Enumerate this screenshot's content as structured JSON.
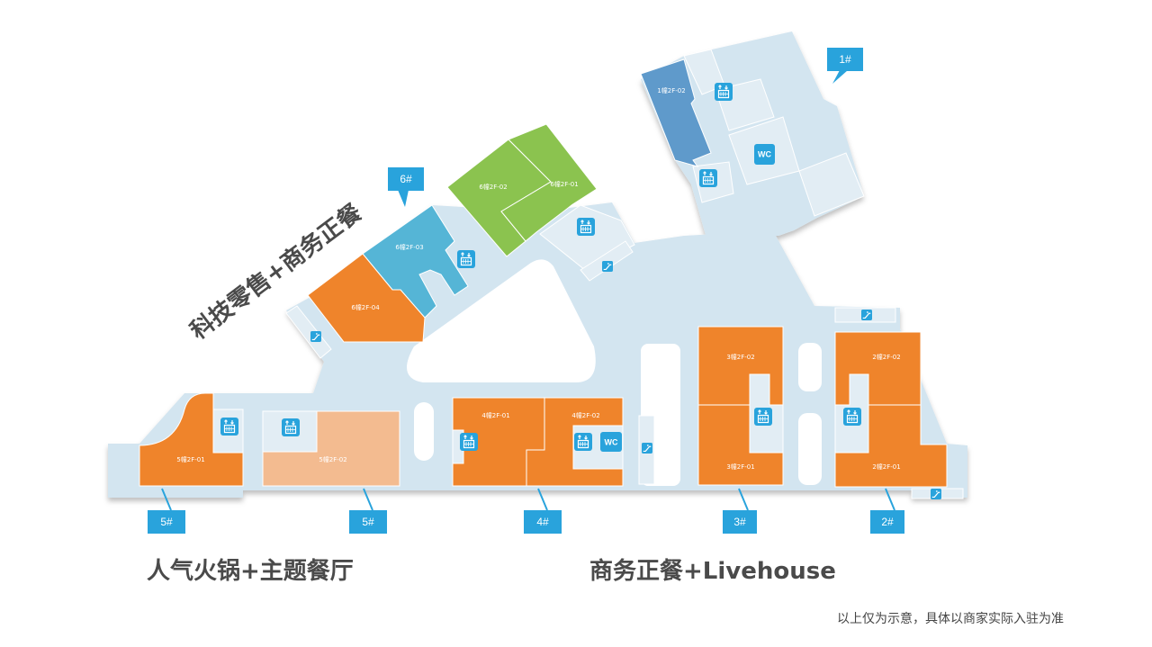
{
  "title_zones": {
    "zone_6": "科技零售+商务正餐",
    "zone_5": "人气火锅+主题餐厅",
    "zone_23": "商务正餐+Livehouse"
  },
  "footer_note": "以上仅为示意，具体以商家实际入驻为准",
  "callouts": {
    "b1": "1#",
    "b2": "2#",
    "b3": "3#",
    "b4": "4#",
    "b5a": "5#",
    "b5b": "5#",
    "b6": "6#"
  },
  "units": {
    "u1_02": "1幢2F-02",
    "u2_01": "2幢2F-01",
    "u2_02": "2幢2F-02",
    "u3_01": "3幢2F-01",
    "u3_02": "3幢2F-02",
    "u4_01": "4幢2F-01",
    "u4_02": "4幢2F-02",
    "u5_01": "5幢2F-01",
    "u5_02": "5幢2F-02",
    "u6_01": "6幢2F-01",
    "u6_02": "6幢2F-02",
    "u6_03": "6幢2F-03",
    "u6_04": "6幢2F-04"
  },
  "facilities": {
    "wc": "WC"
  },
  "colors": {
    "corridor": "#d3e5f0",
    "service": "#e2edf4",
    "orange": "#ef842b",
    "peach": "#f3bb90",
    "green": "#8bc34f",
    "teal": "#55b5d6",
    "steel_blue": "#5f9acb",
    "callout": "#29a3dc"
  }
}
